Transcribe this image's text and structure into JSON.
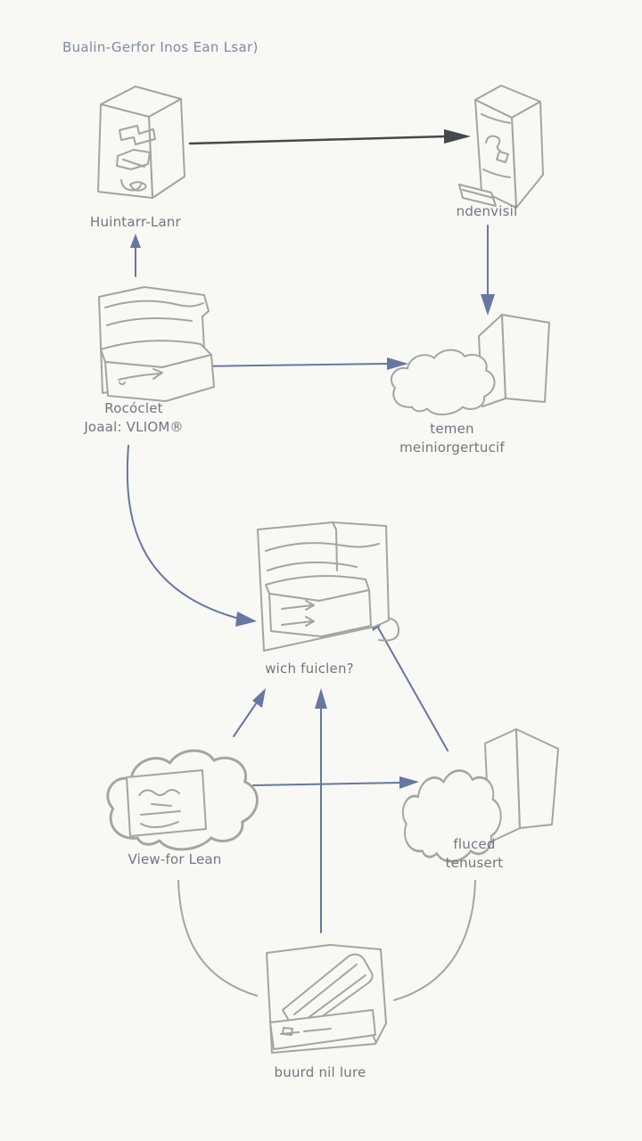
{
  "title": "Bualin-Gerfor Inos Ean Lsar)",
  "nodes": {
    "huintarr": {
      "label": "Huintarr-Lanr",
      "type": "server-box"
    },
    "ndenvisil": {
      "label": "ndenvisil",
      "type": "computer-tower"
    },
    "rocloclet": {
      "label_line1": "Rocóclet",
      "label_line2": "Joaal: VLIOM®",
      "type": "printer"
    },
    "temen": {
      "label_line1": "temen",
      "label_line2": "meiniorgertucif",
      "type": "cloud-with-open-box"
    },
    "wich": {
      "label": "wich fuiclen?",
      "type": "printer"
    },
    "viewfor": {
      "label": "View-for Lean",
      "type": "cloud-with-screen"
    },
    "fluced": {
      "label_line1": "fluced",
      "label_line2": "tenusert",
      "type": "cloud-with-open-box"
    },
    "buurd": {
      "label": "buurd nil lure",
      "type": "printer-scanner"
    }
  },
  "edges": [
    {
      "from": "huintarr",
      "to": "ndenvisil",
      "style": "dark-straight-arrow"
    },
    {
      "from": "ndenvisil",
      "to": "temen",
      "style": "blue-straight-arrow"
    },
    {
      "from": "rocloclet",
      "to": "huintarr",
      "style": "blue-straight-arrow"
    },
    {
      "from": "rocloclet",
      "to": "temen",
      "style": "blue-straight-arrow"
    },
    {
      "from": "rocloclet",
      "to": "wich",
      "style": "blue-curved-arrow"
    },
    {
      "from": "viewfor",
      "to": "wich",
      "style": "blue-straight-arrow"
    },
    {
      "from": "buurd",
      "to": "wich",
      "style": "blue-straight-arrow"
    },
    {
      "from": "viewfor",
      "to": "fluced",
      "style": "blue-straight-arrow"
    },
    {
      "from": "fluced",
      "to": "wich",
      "style": "blue-straight-arrow"
    },
    {
      "from": "viewfor",
      "to": "buurd",
      "style": "plain-curve"
    },
    {
      "from": "fluced",
      "to": "buurd",
      "style": "plain-curve"
    }
  ],
  "colors": {
    "background": "#f8f8f5",
    "sketch_line": "#a3a59e",
    "arrow_dark": "#46494b",
    "arrow_blue": "#6877a0",
    "label_text": "#707780",
    "title_text": "#7f8ba0"
  }
}
